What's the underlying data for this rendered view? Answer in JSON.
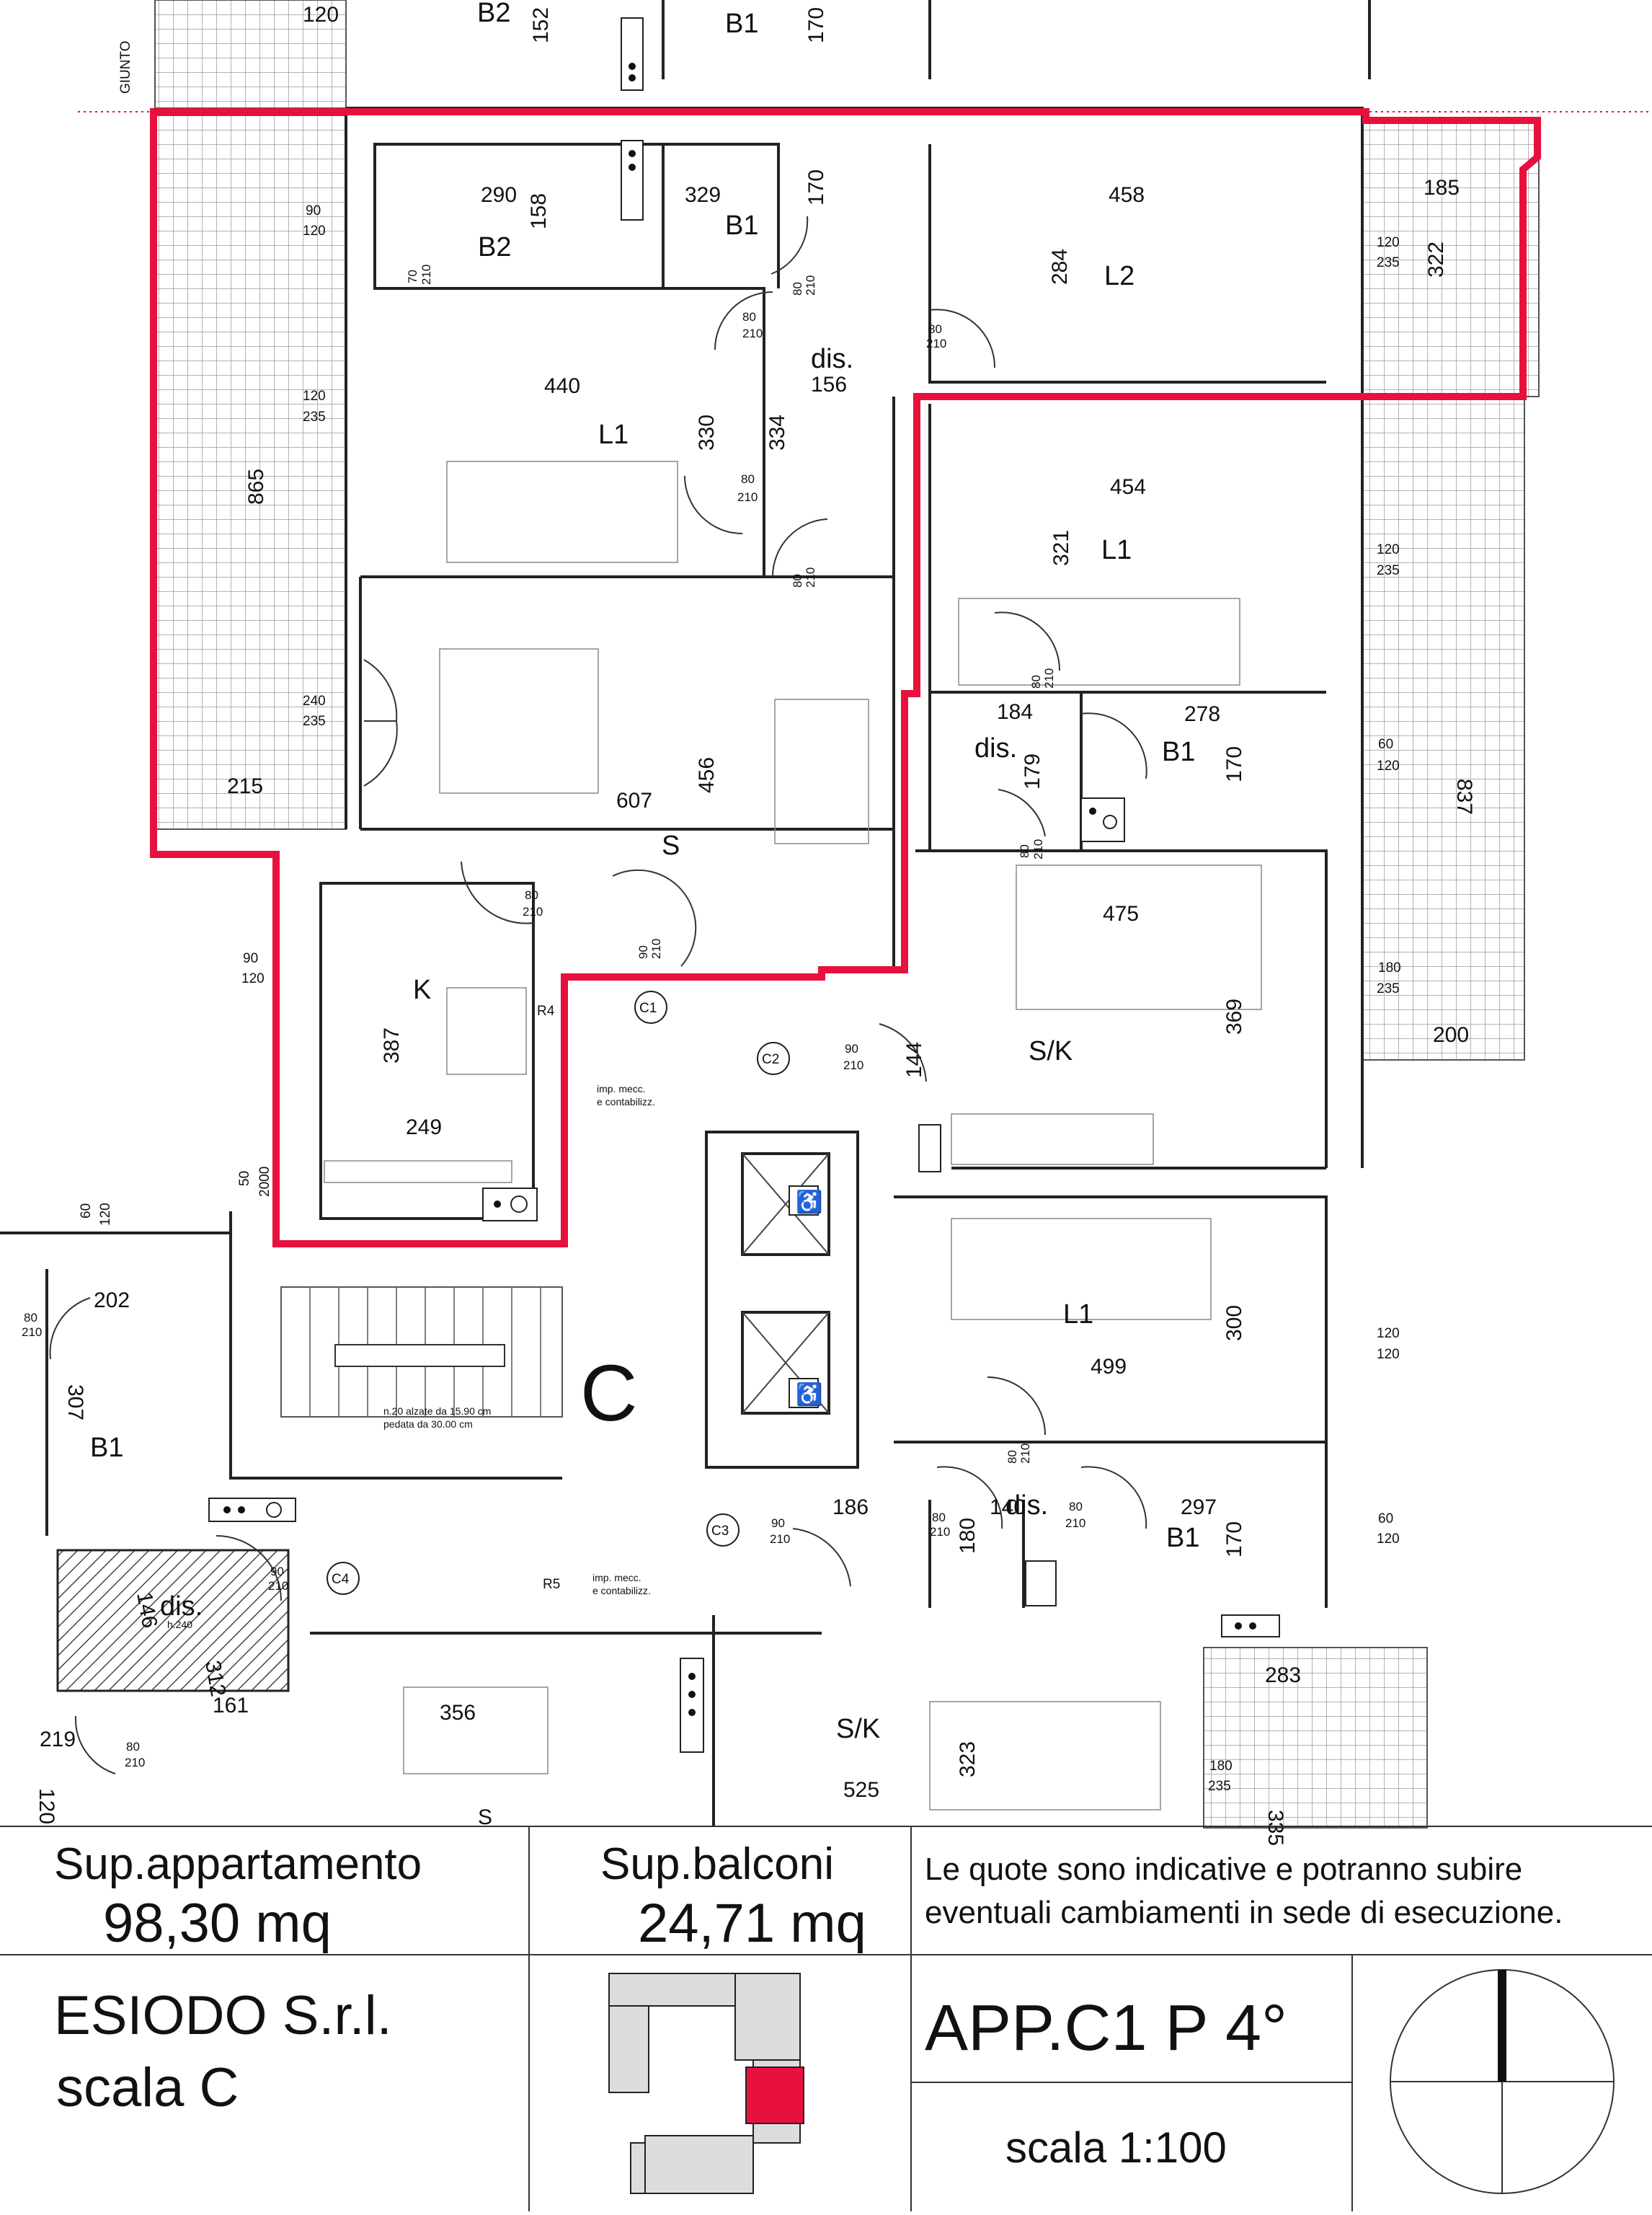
{
  "plan": {
    "joint_label": "GIUNTO",
    "stair_letter": "C",
    "stair_note_1": "n.20 alzate da 15.90 cm",
    "stair_note_2": "pedata da 30.00 cm",
    "mech_note_1": "imp. mecc.",
    "mech_note_2": "e contabilizz.",
    "mech_note_b1": "imp. mecc.",
    "mech_note_b2": "e contabilizz.",
    "hatched_h": "h.240",
    "labels": {
      "b2_top": "B2",
      "b1_top": "B1",
      "b2": "B2",
      "b1_a": "B1",
      "l2": "L2",
      "dis_a": "dis.",
      "l1_a": "L1",
      "s_a": "S",
      "k": "K",
      "l1_b": "L1",
      "dis_b": "dis.",
      "b1_b": "B1",
      "sk_a": "S/K",
      "l1_c": "L1",
      "dis_c": "dis.",
      "b1_c": "B1",
      "sk_b": "S/K",
      "b1_left": "B1",
      "dis_left": "dis.",
      "s_b": "S",
      "c1": "C1",
      "c2": "C2",
      "c3": "C3",
      "c4": "C4",
      "r4": "R4",
      "r5": "R5"
    },
    "dims": {
      "d120a": "120",
      "d152": "152",
      "d170a": "170",
      "d290": "290",
      "d158": "158",
      "d329": "329",
      "d170b": "170",
      "d458": "458",
      "d185": "185",
      "d90": "90",
      "d120b": "120",
      "d284": "284",
      "d322": "322",
      "d120c": "120",
      "d235a": "235",
      "d440": "440",
      "d156": "156",
      "d120d": "120",
      "d235b": "235",
      "d330": "330",
      "d334": "334",
      "d865": "865",
      "d454": "454",
      "d321": "321",
      "d120e": "120",
      "d235c": "235",
      "d240": "240",
      "d235d": "235",
      "d184": "184",
      "d278": "278",
      "d179": "179",
      "d170c": "170",
      "d60a": "60",
      "d120f": "120",
      "d837": "837",
      "d215": "215",
      "d607": "607",
      "d456": "456",
      "d475": "475",
      "d90b": "90",
      "d120g": "120",
      "d387": "387",
      "d249": "249",
      "d144": "144",
      "d369": "369",
      "d180a": "180",
      "d235e": "235",
      "d200": "200",
      "d50": "50",
      "d2000": "2000",
      "d60b": "60",
      "d120h": "120",
      "d202": "202",
      "d307": "307",
      "d499": "499",
      "d300": "300",
      "d120i": "120",
      "d120j": "120",
      "d186": "186",
      "d140": "140",
      "d180b": "180",
      "d297": "297",
      "d170d": "170",
      "d60c": "60",
      "d120k": "120",
      "d146": "146",
      "d312": "312",
      "d161": "161",
      "d283": "283",
      "d219": "219",
      "d120l": "120",
      "d356": "356",
      "d323": "323",
      "d525": "525",
      "d180c": "180",
      "d235f": "235",
      "d335": "335"
    },
    "doors": {
      "t70": "70",
      "b210a": "210",
      "t80a": "80",
      "b210b": "210",
      "t80b": "80",
      "b210c": "210",
      "t80c": "80",
      "b210d": "210",
      "t80d": "80",
      "b210e": "210",
      "t80e": "80",
      "b210f": "210",
      "t80f": "80",
      "b210g": "210",
      "t80g": "80",
      "b210h": "210",
      "t90a": "90",
      "b210i": "210",
      "t90b": "90",
      "b210j": "210",
      "t80h": "80",
      "b210k": "210",
      "t80i": "80",
      "b210l": "210",
      "t90c": "90",
      "b210m": "210",
      "t80j": "80",
      "b210n": "210",
      "t80k": "80",
      "b210o": "210",
      "t90d": "90",
      "b210p": "210",
      "t80l": "80",
      "b210q": "210",
      "t80m": "80",
      "b210r": "210"
    },
    "highlight_color": "#e8103c"
  },
  "footer": {
    "sup_app_label": "Sup.appartamento",
    "sup_app_value": "98,30 mq",
    "sup_balc_label": "Sup.balconi",
    "sup_balc_value": "24,71 mq",
    "note_line1": "Le quote sono indicative e potranno subire",
    "note_line2": "eventuali cambiamenti in sede di esecuzione.",
    "company": "ESIODO S.r.l.",
    "stair": "scala C",
    "apartment": "APP.C1 P 4°",
    "scale": "scala 1:100"
  }
}
